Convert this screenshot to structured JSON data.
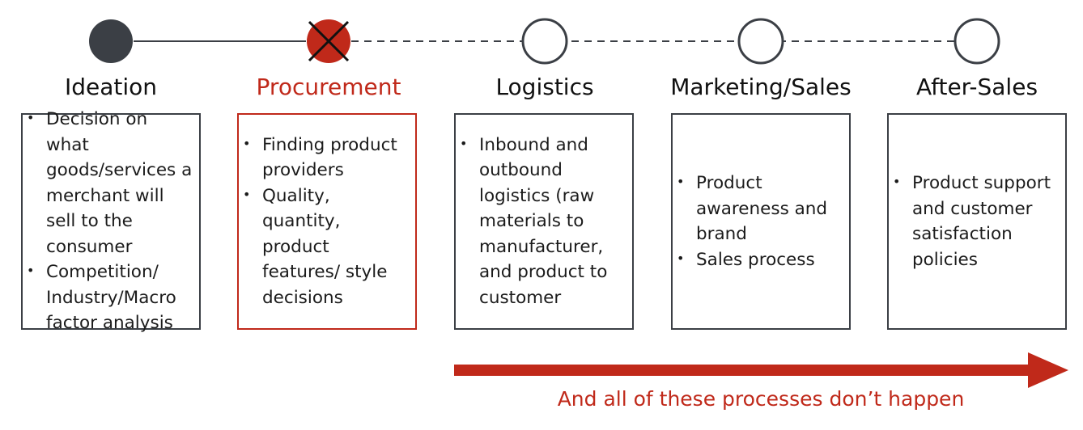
{
  "colors": {
    "dark": "#3b3f45",
    "accent": "#c0291a",
    "text": "#111111"
  },
  "stages": [
    {
      "title": "Ideation",
      "status": "done",
      "bullets": [
        "Decision on what goods/services a merchant will sell to the consumer",
        "Competition/ Industry/Macro factor analysis"
      ]
    },
    {
      "title": "Procurement",
      "status": "blocked",
      "bullets": [
        "Finding product providers",
        "Quality, quantity, product features/ style decisions"
      ]
    },
    {
      "title": "Logistics",
      "status": "pending",
      "bullets": [
        "Inbound and outbound logistics (raw materials to manufacturer, and product to customer"
      ]
    },
    {
      "title": "Marketing/Sales",
      "status": "pending",
      "bullets": [
        "Product awareness and brand",
        "Sales process"
      ]
    },
    {
      "title": "After-Sales",
      "status": "pending",
      "bullets": [
        "Product support and customer satisfaction policies"
      ]
    }
  ],
  "caption": "And all of these processes don’t happen"
}
